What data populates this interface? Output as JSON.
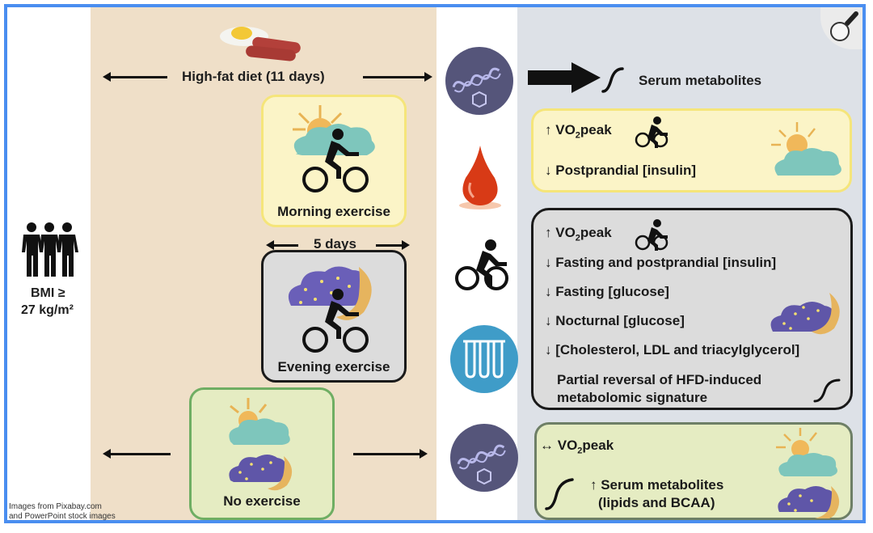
{
  "diagram": {
    "title_diet": "High-fat diet (11 days)",
    "serum_metabolites": "Serum metabolites",
    "population": {
      "line1": "BMI ≥",
      "line2": "27 kg/m²"
    },
    "duration": "5 days",
    "groups": [
      {
        "label": "Morning exercise",
        "icon": "sun-cloud-icon"
      },
      {
        "label": "Evening exercise",
        "icon": "moon-cloud-icon"
      },
      {
        "label": "No exercise",
        "icon": "sun-and-moon-cloud-icon"
      }
    ],
    "measurements_icons": [
      "dna-molecule-icon",
      "blood-drop-icon",
      "cyclist-icon",
      "test-tubes-icon",
      "dna-molecule-icon"
    ],
    "results": {
      "morning": {
        "lines": [
          {
            "arrow": "↑",
            "pre": "VO",
            "sub": "2",
            "post": "peak"
          },
          {
            "arrow": "↓",
            "text": "Postprandial [insulin]"
          }
        ]
      },
      "evening": {
        "lines": [
          {
            "arrow": "↑",
            "pre": "VO",
            "sub": "2",
            "post": "peak"
          },
          {
            "arrow": "↓",
            "text": "Fasting and postprandial [insulin]"
          },
          {
            "arrow": "↓",
            "text": "Fasting [glucose]"
          },
          {
            "arrow": "↓",
            "text": "Nocturnal [glucose]"
          },
          {
            "arrow": "↓",
            "text": "[Cholesterol, LDL and triacylglycerol]"
          }
        ],
        "note_line1": "Partial reversal of HFD-induced",
        "note_line2": "metabolomic signature"
      },
      "no_exercise": {
        "vo2": {
          "arrow": "↔",
          "pre": "VO",
          "sub": "2",
          "post": "peak"
        },
        "serum_line1": "↑ Serum metabolites",
        "serum_line2": "(lipids and BCAA)"
      }
    },
    "credit_line1": "Images from Pixabay.com",
    "credit_line2": "and PowerPoint stock images"
  },
  "colors": {
    "frame": "#4a8ef0",
    "beige_panel": "#efdfc8",
    "right_panel": "#dde1e7",
    "morning_fill": "#fbf4c7",
    "morning_border": "#f5e57a",
    "evening_fill": "#dcdcdc",
    "noex_fill": "#e5ecc2",
    "noex_border": "#6fae63"
  }
}
